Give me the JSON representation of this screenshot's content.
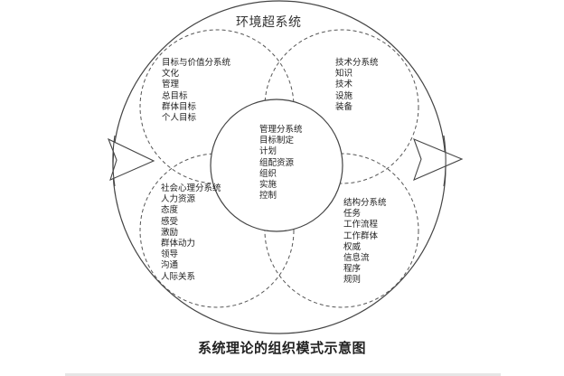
{
  "diagram": {
    "environment": {
      "title": "环境超系统"
    },
    "subsystems": {
      "goals_values": {
        "title": "目标与价值分系统",
        "items": [
          "文化",
          "管理",
          "总目标",
          "群体目标",
          "个人目标"
        ]
      },
      "technical": {
        "title": "技术分系统",
        "items": [
          "知识",
          "技术",
          "设施",
          "装备"
        ]
      },
      "management": {
        "title": "管理分系统",
        "items": [
          "目标制定",
          "计划",
          "组配资源",
          "组织",
          "实施",
          "控制"
        ]
      },
      "psychosocial": {
        "title": "社会心理分系统",
        "items": [
          "人力资源",
          "态度",
          "感受",
          "激励",
          "群体动力",
          "领导",
          "沟通",
          "人际关系"
        ]
      },
      "structural": {
        "title": "结构分系统",
        "items": [
          "任务",
          "工作流程",
          "工作群体",
          "权威",
          "信息流",
          "程序",
          "规则"
        ]
      }
    },
    "arrows": {
      "input": "arrow-in",
      "output": "arrow-out"
    },
    "caption": "系统理论的组织模式示意图",
    "colors": {
      "line": "#333333",
      "dashed": "#555555",
      "background": "#ffffff"
    }
  }
}
